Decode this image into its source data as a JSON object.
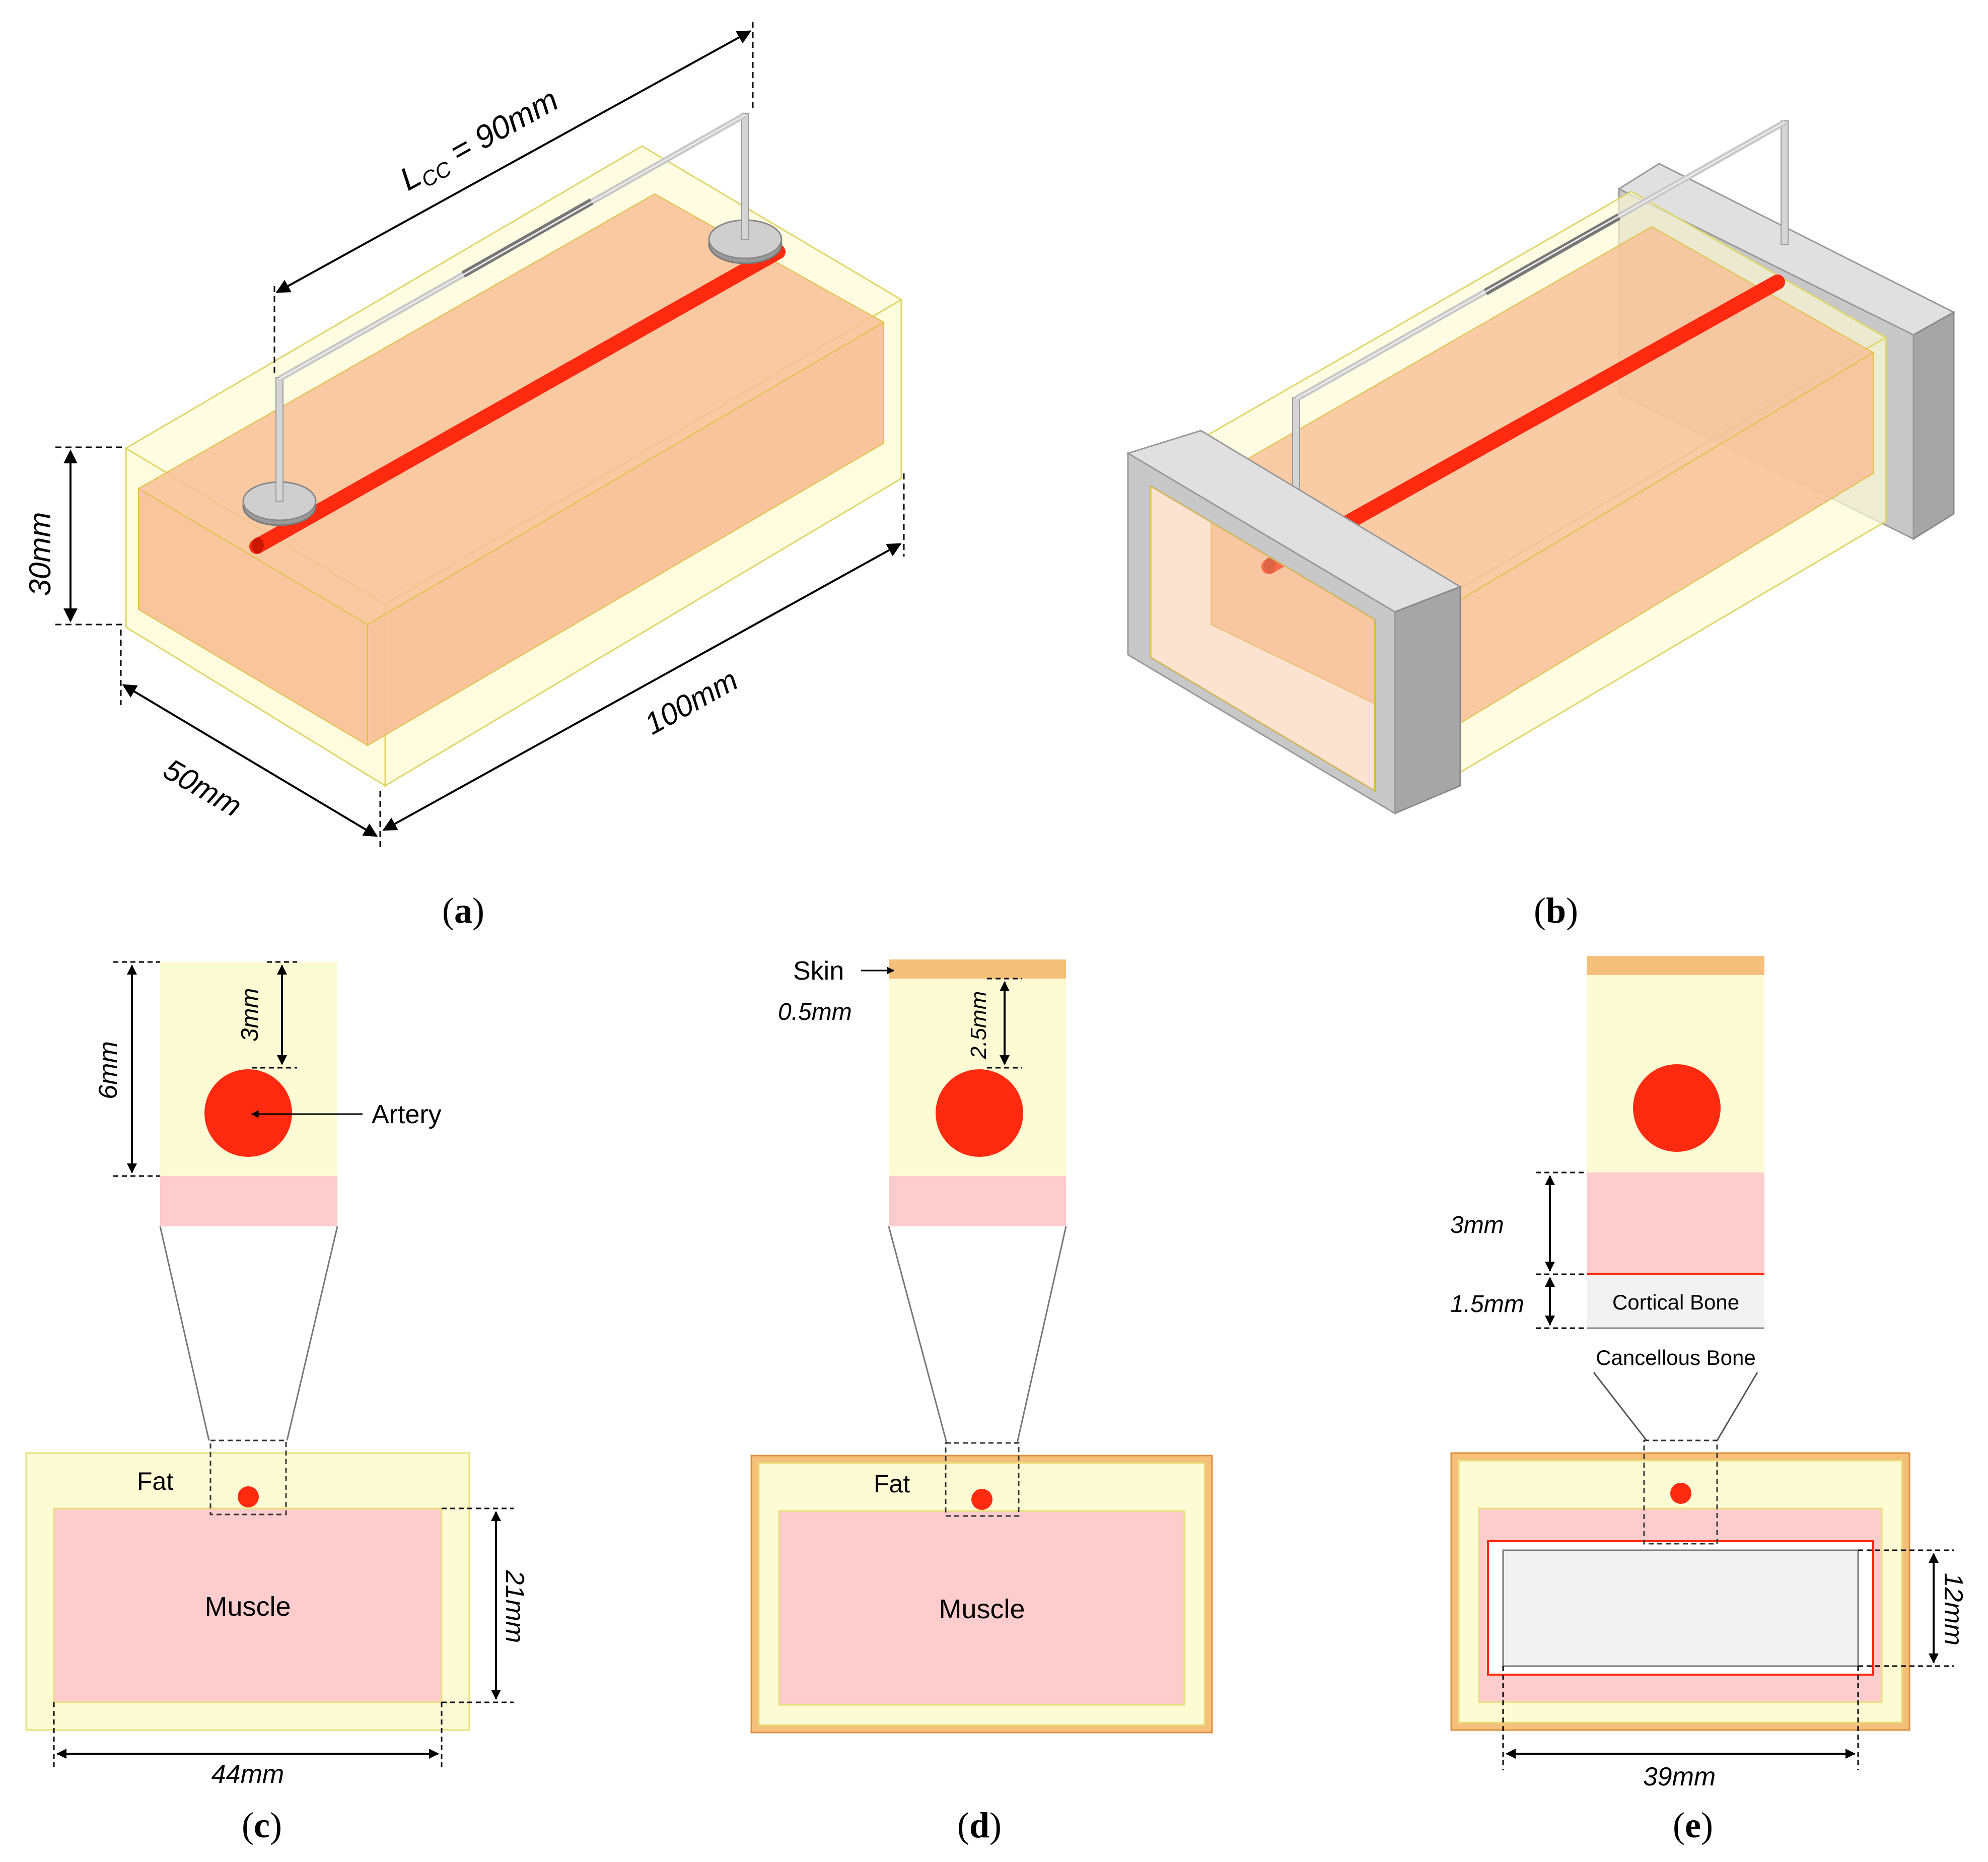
{
  "panels": {
    "a": {
      "caption_letter": "a",
      "dim_lcc_main": "L",
      "dim_lcc_sub": "CC",
      "dim_lcc_value": " = 90mm",
      "dim_height": "30mm",
      "dim_width": "50mm",
      "dim_length": "100mm"
    },
    "b": {
      "caption_letter": "b"
    },
    "c": {
      "caption_letter": "c",
      "dim_fat_thickness": "6mm",
      "dim_artery_depth": "3mm",
      "label_artery": "Artery",
      "label_fat": "Fat",
      "label_muscle": "Muscle",
      "dim_muscle_height": "21mm",
      "dim_muscle_width": "44mm"
    },
    "d": {
      "caption_letter": "d",
      "label_skin": "Skin",
      "dim_skin": "0.5mm",
      "dim_artery_depth": "2.5mm",
      "label_fat": "Fat",
      "label_muscle": "Muscle"
    },
    "e": {
      "caption_letter": "e",
      "dim_muscle_layer": "3mm",
      "dim_cortical": "1.5mm",
      "label_cortical": "Cortical Bone",
      "label_cancellous": "Cancellous Bone",
      "dim_bone_height": "12mm",
      "dim_bone_width": "39mm"
    }
  },
  "colors": {
    "fat": "#fdfbd4",
    "fat_edge": "#e8e07a",
    "muscle": "#fdcccc",
    "box_fill": "#f8bf96",
    "artery": "#ff2a0f",
    "skin": "#f5c07a",
    "bone_gray": "#c8c8c8",
    "cortical": "#f2f2f2"
  }
}
